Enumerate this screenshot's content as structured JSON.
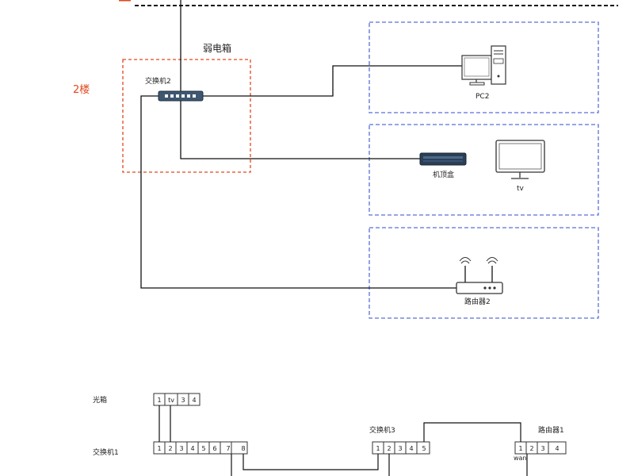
{
  "floor_label": "2楼",
  "weak_box": {
    "title": "弱电箱"
  },
  "devices": {
    "switch2": "交换机2",
    "pc2": "PC2",
    "stb": "机顶盒",
    "tv": "tv",
    "router2": "路由器2"
  },
  "panels": {
    "optical_box": {
      "label": "光箱",
      "ports": [
        "1",
        "tv",
        "3",
        "4"
      ]
    },
    "switch1": {
      "label": "交换机1",
      "ports": [
        "1",
        "2",
        "3",
        "4",
        "5",
        "6",
        "7",
        "8"
      ]
    },
    "switch3": {
      "label": "交换机3",
      "ports": [
        "1",
        "2",
        "3",
        "4",
        "5"
      ]
    },
    "router1": {
      "label": "路由器1",
      "ports": [
        "1",
        "2",
        "3",
        "4"
      ],
      "wan_label": "wan"
    }
  },
  "colors": {
    "accent": "#e0491c",
    "zone_border": "#5b6fd6",
    "line": "#111111"
  }
}
